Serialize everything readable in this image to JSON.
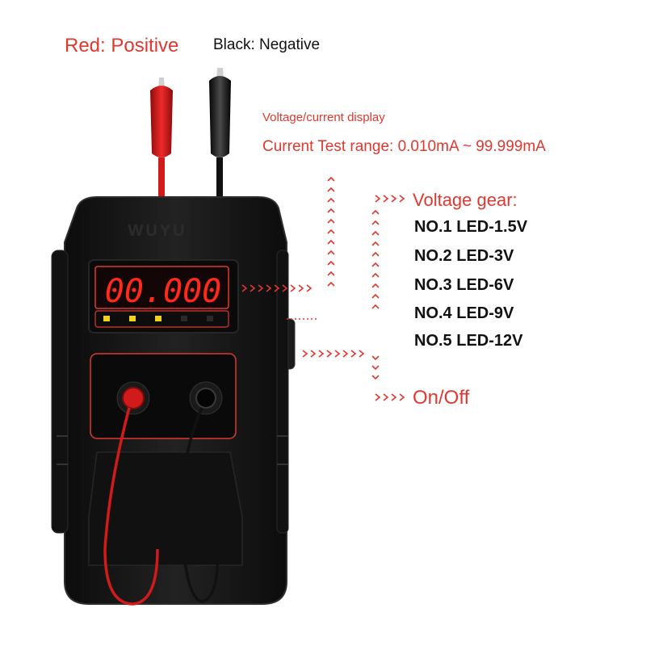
{
  "labels": {
    "red_positive": "Red: Positive",
    "black_negative": "Black: Negative",
    "display_title": "Voltage/current display",
    "current_range": "Current Test range: 0.010mA ~ 99.999mA",
    "voltage_gear_title": "Voltage gear:",
    "on_off": "On/Off"
  },
  "voltage_gears": [
    "NO.1 LED-1.5V",
    "NO.2 LED-3V",
    "NO.3 LED-6V",
    "NO.4 LED-9V",
    "NO.5 LED-12V"
  ],
  "device": {
    "brand": "WUYU",
    "display_reading": "00.000",
    "led_indicators_lit": [
      true,
      true,
      true,
      false,
      false
    ]
  },
  "colors": {
    "accent_red": "#e0382f",
    "led_red": "#ff2a1a",
    "led_yellow": "#f2d21b",
    "body": "#151515"
  }
}
